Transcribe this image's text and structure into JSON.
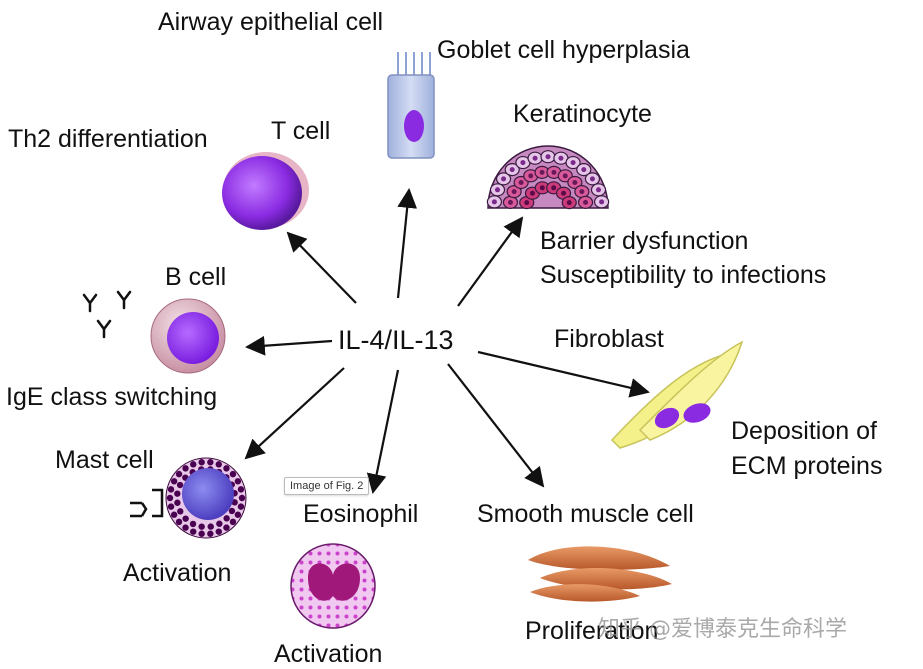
{
  "center_label": "IL-4/IL-13",
  "labels": {
    "airway_epithelial_cell": "Airway epithelial cell",
    "goblet_cell_hyperplasia": "Goblet cell hyperplasia",
    "th2_differentiation": "Th2 differentiation",
    "t_cell": "T cell",
    "keratinocyte": "Keratinocyte",
    "barrier_dysfunction": "Barrier dysfunction",
    "susceptibility": "Susceptibility to infections",
    "b_cell": "B cell",
    "ige_class_switching": "IgE class switching",
    "fibroblast": "Fibroblast",
    "deposition_line1": "Deposition of",
    "deposition_line2": "ECM proteins",
    "mast_cell": "Mast cell",
    "mast_activation": "Activation",
    "eosinophil": "Eosinophil",
    "eosinophil_activation": "Activation",
    "smooth_muscle_cell": "Smooth muscle cell",
    "proliferation": "Proliferation"
  },
  "tooltip": "Image of Fig. 2",
  "watermark": "知乎 @爱博泰克生命科学",
  "colors": {
    "cell_purple": "#8a2be2",
    "cell_pink_rim": "#d9a0b4",
    "epithelial_blue": "#b8c6e8",
    "fibroblast_yellow": "#f4f08a",
    "smooth_muscle_orange": "#d2763c",
    "eosinophil_magenta": "#a0187a",
    "arrow": "#111111"
  }
}
